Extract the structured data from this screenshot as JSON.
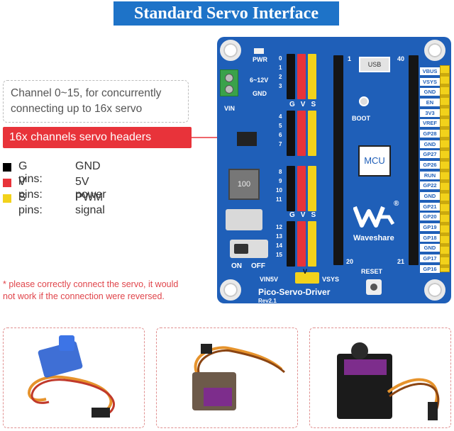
{
  "title": "Standard Servo Interface",
  "callouts": {
    "channel_note_line1": "Channel 0~15, for concurrently",
    "channel_note_line2": "connecting up to 16x servo",
    "headers_label": "16x channels servo headers"
  },
  "pin_legend": [
    {
      "name": "G pins:",
      "value": "GND",
      "color": "#000000"
    },
    {
      "name": "V pins:",
      "value": "5V power",
      "color": "#e8333a"
    },
    {
      "name": "S pins:",
      "value": "PWM signal",
      "color": "#f2d21b"
    }
  ],
  "warning_line1": "* please correctly connect the servo, it would",
  "warning_line2": "not work if the connection were reversed.",
  "board": {
    "pwr": "PWR",
    "vin_range": "6~12V",
    "gnd": "GND",
    "vin": "VIN",
    "usb": "USB",
    "boot": "BOOT",
    "mcu": "MCU",
    "brand": "Waveshare",
    "registered": "®",
    "reset": "RESET",
    "on": "ON",
    "off": "OFF",
    "vin5v": "VIN5V",
    "vsys": "VSYS",
    "v_jumper": "V",
    "product_name": "Pico-Servo-Driver",
    "revision": "Rev2.1",
    "gvs_top": [
      "G",
      "V",
      "S"
    ],
    "gvs_bottom": [
      "G",
      "V",
      "S"
    ],
    "pin_1": "1",
    "pin_20": "20",
    "pin_21": "21",
    "pin_40": "40",
    "inductor": "100",
    "channels": [
      "0",
      "1",
      "2",
      "3",
      "4",
      "5",
      "6",
      "7",
      "8",
      "9",
      "10",
      "11",
      "12",
      "13",
      "14",
      "15"
    ],
    "gpio_labels": [
      "VBUS",
      "VSYS",
      "GND",
      "EN",
      "3V3",
      "VREF",
      "GP28",
      "GND",
      "GP27",
      "GP26",
      "RUN",
      "GP22",
      "GND",
      "GP21",
      "GP20",
      "GP19",
      "GP18",
      "GND",
      "GP17",
      "GP16"
    ]
  },
  "colors": {
    "banner": "#1e73c8",
    "board": "#1f5fb8",
    "accent_red": "#e8333a",
    "accent_yellow": "#f2d21b"
  }
}
